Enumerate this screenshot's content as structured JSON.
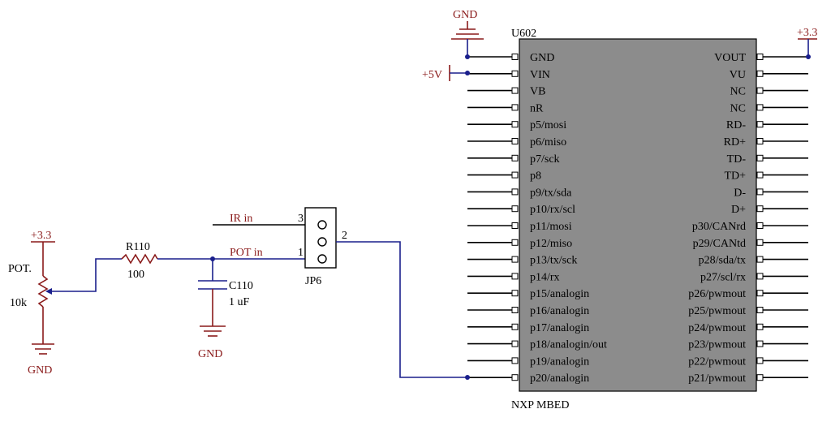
{
  "colors": {
    "wire": "#1a1f8c",
    "power": "#8a1a1a",
    "chip_body": "#8c8c8c",
    "component_label": "#8a1a1a",
    "text": "#000000"
  },
  "chip": {
    "ref": "U602",
    "part": "NXP MBED",
    "left_pins": [
      "GND",
      "VIN",
      "VB",
      "nR",
      "p5/mosi",
      "p6/miso",
      "p7/sck",
      "p8",
      "p9/tx/sda",
      "p10/rx/scl",
      "p11/mosi",
      "p12/miso",
      "p13/tx/sck",
      "p14/rx",
      "p15/analogin",
      "p16/analogin",
      "p17/analogin",
      "p18/analogin/out",
      "p19/analogin",
      "p20/analogin"
    ],
    "right_pins": [
      "VOUT",
      "VU",
      "NC",
      "NC",
      "RD-",
      "RD+",
      "TD-",
      "TD+",
      "D-",
      "D+",
      "p30/CANrd",
      "p29/CANtd",
      "p28/sda/tx",
      "p27/scl/rx",
      "p26/pwmout",
      "p25/pwmout",
      "p24/pwmout",
      "p23/pwmout",
      "p22/pwmout",
      "p21/pwmout"
    ]
  },
  "power": {
    "gnd_top": "GND",
    "v5": "+5V",
    "v33_right": "+3.3",
    "v33_left": "+3.3",
    "gnd_pot": "GND",
    "gnd_cap": "GND"
  },
  "pot": {
    "ref": "POT.",
    "value": "10k"
  },
  "resistor": {
    "ref": "R110",
    "value": "100"
  },
  "capacitor": {
    "ref": "C110",
    "value": "1 uF"
  },
  "connector": {
    "ref": "JP6",
    "pin_numbers": [
      "3",
      "1",
      "2"
    ],
    "net_labels": [
      "IR in",
      "POT in"
    ]
  }
}
